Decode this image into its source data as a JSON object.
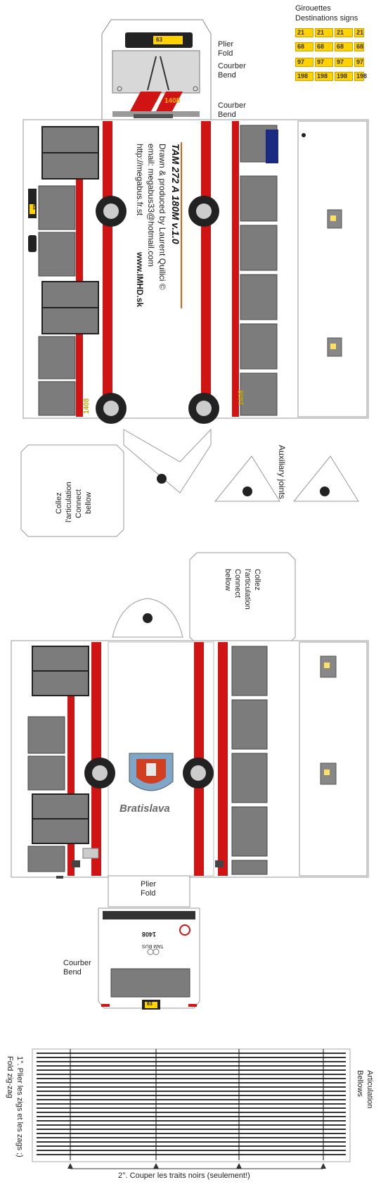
{
  "destination_panel": {
    "title": "Girouettes",
    "subtitle": "Destinations signs",
    "routes": [
      "21",
      "21",
      "21",
      "21",
      "68",
      "68",
      "68",
      "68",
      "97",
      "97",
      "97",
      "97",
      "198",
      "198",
      "198",
      "198"
    ]
  },
  "fold_labels": {
    "plier": "Plier",
    "fold": "Fold",
    "courber": "Courber",
    "bend": "Bend"
  },
  "front_cab": {
    "route_sign": "63",
    "fleet_number": "1408"
  },
  "credits": {
    "model": "TAM 272 A 180M  v.1.0",
    "line1": "Drawn & produced by Laurent Quilici ©",
    "line2": "email: megabus33@hotmail.com",
    "line3": "http://megabus.fr.st",
    "site": "www.IMHD.sk"
  },
  "side": {
    "fleet_number_1": "1408",
    "fleet_number_2": "1408",
    "route_plate": "63"
  },
  "bellows_tab": {
    "fr_line1": "Collez",
    "fr_line2": "l'articulation",
    "en_line1": "Connect",
    "en_line2": "bellow"
  },
  "auxiliary": "Auxiliary joints",
  "rear": {
    "city": "Bratislava",
    "fleet_number": "1408",
    "route_sign": "63",
    "brand": "TAM BUS",
    "plier": "Plier",
    "fold": "Fold",
    "courber": "Courber",
    "bend": "Bend"
  },
  "bellows_sheet": {
    "instruction_1a": "1°. Plier les zigs et les zags ;)",
    "instruction_1b": "Fold zig-zag",
    "instruction_2": "2°. Couper les traits noirs (seulement!)",
    "label_fr": "Articulation",
    "label_en": "Bellows"
  },
  "colors": {
    "red": "#d01414",
    "window_grey": "#7c7c7c",
    "sign_yellow": "#ffd200",
    "navy": "#1a2a80"
  }
}
